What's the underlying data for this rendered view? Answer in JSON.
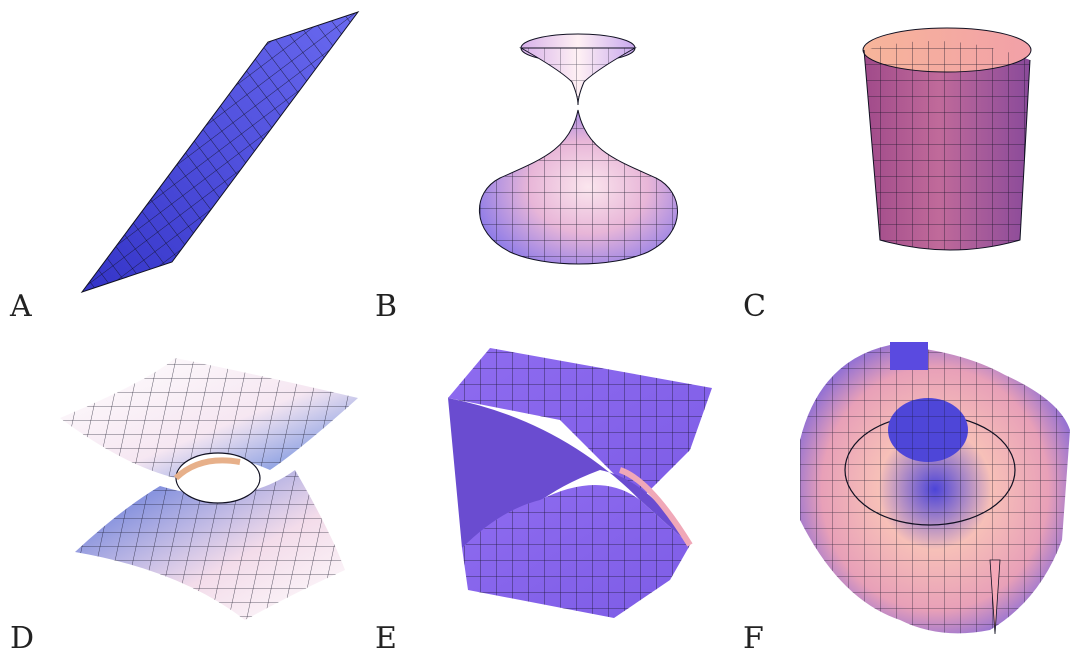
{
  "panels": [
    {
      "id": "A",
      "label": "A"
    },
    {
      "id": "B",
      "label": "B"
    },
    {
      "id": "C",
      "label": "C"
    },
    {
      "id": "D",
      "label": "D"
    },
    {
      "id": "E",
      "label": "E"
    },
    {
      "id": "F",
      "label": "F"
    }
  ],
  "colors": {
    "mesh": "#111122",
    "deep_blue": "#3b3bd6",
    "violet": "#8a6cf0",
    "pink": "#f4b8c8",
    "peach": "#f7c9a8",
    "white": "#ffffff"
  }
}
